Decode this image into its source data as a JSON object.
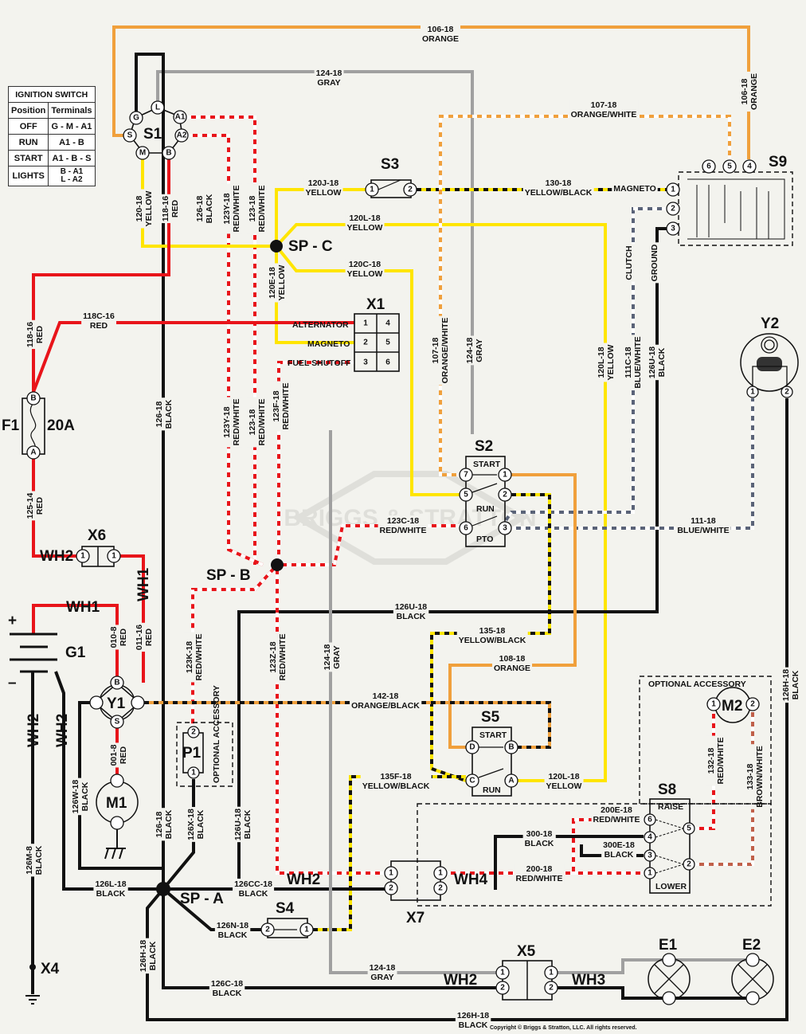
{
  "ignition_table": {
    "title": "IGNITION SWITCH",
    "headers": [
      "Position",
      "Terminals"
    ],
    "rows": [
      {
        "position": "OFF",
        "terminals": "G - M - A1"
      },
      {
        "position": "RUN",
        "terminals": "A1 - B"
      },
      {
        "position": "START",
        "terminals": "A1 - B - S"
      },
      {
        "position": "LIGHTS",
        "terminals": "B - A1 / L - A2"
      }
    ]
  },
  "colors": {
    "background": "#f3f3ee",
    "red": "#e8141a",
    "yellow": "#ffe500",
    "orange": "#f0a03c",
    "black": "#111111",
    "gray": "#a0a0a0",
    "blue": "#5a6378",
    "brown": "#c0604a",
    "white_stripe": "#ffffff"
  },
  "components": {
    "S1": {
      "label": "S1",
      "pins": [
        "G",
        "L",
        "A1",
        "A2",
        "B",
        "M",
        "S"
      ]
    },
    "S2": {
      "label": "S2",
      "pins": [
        "7",
        "5",
        "6",
        "1",
        "2",
        "3"
      ],
      "positions": [
        "START",
        "RUN",
        "PTO"
      ]
    },
    "S3": {
      "label": "S3",
      "pins": [
        "1",
        "2"
      ]
    },
    "S4": {
      "label": "S4",
      "pins": [
        "2",
        "1"
      ]
    },
    "S5": {
      "label": "S5",
      "pins": [
        "D",
        "B",
        "C",
        "A"
      ],
      "positions": [
        "START",
        "RUN"
      ]
    },
    "S8": {
      "label": "S8",
      "pins": [
        "6",
        "4",
        "3",
        "1",
        "5",
        "2"
      ],
      "positions": [
        "RAISE",
        "LOWER"
      ]
    },
    "S9": {
      "label": "S9",
      "pins": [
        "6",
        "5",
        "4",
        "1",
        "2",
        "3"
      ]
    },
    "X1": {
      "label": "X1",
      "pins": [
        "1",
        "2",
        "3",
        "4",
        "5",
        "6"
      ],
      "terminals": [
        "ALTERNATOR",
        "MAGNETO",
        "FUEL SHUTOFF"
      ]
    },
    "X4": {
      "label": "X4"
    },
    "X5": {
      "label": "X5",
      "pins": [
        "1",
        "2",
        "1",
        "2"
      ]
    },
    "X6": {
      "label": "X6",
      "pins": [
        "1",
        "1"
      ]
    },
    "X7": {
      "label": "X7",
      "pins": [
        "1",
        "2",
        "1",
        "2"
      ]
    },
    "F1": {
      "label": "F1",
      "rating": "20A",
      "pins": [
        "B",
        "A"
      ]
    },
    "G1": {
      "label": "G1",
      "plus": "+",
      "minus": "–"
    },
    "Y1": {
      "label": "Y1",
      "pins": [
        "B",
        "S"
      ]
    },
    "Y2": {
      "label": "Y2",
      "pins": [
        "1",
        "2"
      ]
    },
    "M1": {
      "label": "M1"
    },
    "M2": {
      "label": "M2",
      "pins": [
        "1",
        "2"
      ]
    },
    "P1": {
      "label": "P1",
      "pins": [
        "2",
        "1"
      ],
      "note": "OPTIONAL ACCESSORY"
    },
    "E1": {
      "label": "E1"
    },
    "E2": {
      "label": "E2"
    },
    "SP_A": {
      "label": "SP - A"
    },
    "SP_B": {
      "label": "SP - B"
    },
    "SP_C": {
      "label": "SP - C"
    }
  },
  "harness": {
    "wh1": "WH1",
    "wh2": "WH2",
    "wh3": "WH3",
    "wh4": "WH4"
  },
  "optional_accessory": "OPTIONAL ACCESSORY",
  "wires": {
    "w106": [
      "106-18",
      "ORANGE"
    ],
    "w124": [
      "124-18",
      "GRAY"
    ],
    "w107": [
      "107-18",
      "ORANGE/WHITE"
    ],
    "w120J": [
      "120J-18",
      "YELLOW"
    ],
    "w130": [
      "130-18",
      "YELLOW/BLACK"
    ],
    "magneto": "MAGNETO",
    "w120L": [
      "120L-18",
      "YELLOW"
    ],
    "w120C": [
      "120C-18",
      "YELLOW"
    ],
    "w120": [
      "120-18",
      "YELLOW"
    ],
    "w118": [
      "118-16",
      "RED"
    ],
    "w126": [
      "126-18",
      "BLACK"
    ],
    "w123Y": [
      "123Y-18",
      "RED/WHITE"
    ],
    "w123": [
      "123-18",
      "RED/WHITE"
    ],
    "w120E": [
      "120E-18",
      "YELLOW"
    ],
    "w118C": [
      "118C-16",
      "RED"
    ],
    "w118b": [
      "118-16",
      "RED"
    ],
    "w123F": [
      "123F-18",
      "RED/WHITE"
    ],
    "w111C": [
      "111C-18",
      "BLUE/WHITE"
    ],
    "w126U": [
      "126U-18",
      "BLACK"
    ],
    "clutch": "CLUTCH",
    "ground": "GROUND",
    "w106b": [
      "106-18",
      "ORANGE"
    ],
    "w125": [
      "125-14",
      "RED"
    ],
    "w123C": [
      "123C-18",
      "RED/WHITE"
    ],
    "w111": [
      "111-18",
      "BLUE/WHITE"
    ],
    "w126Ub": [
      "126U-18",
      "BLACK"
    ],
    "w135": [
      "135-18",
      "YELLOW/BLACK"
    ],
    "w108": [
      "108-18",
      "ORANGE"
    ],
    "w142": [
      "142-18",
      "ORANGE/BLACK"
    ],
    "w123K": [
      "123K-18",
      "RED/WHITE"
    ],
    "w123Z": [
      "123Z-18",
      "RED/WHITE"
    ],
    "w124b": [
      "124-18",
      "GRAY"
    ],
    "w010": [
      "010-8",
      "RED"
    ],
    "w011": [
      "011-16",
      "RED"
    ],
    "w001": [
      "001-8",
      "RED"
    ],
    "w135F": [
      "135F-18",
      "YELLOW/BLACK"
    ],
    "w120Lb": [
      "120L-18",
      "YELLOW"
    ],
    "w126H": [
      "126H-18",
      "BLACK"
    ],
    "w132": [
      "132-18",
      "RED/WHITE"
    ],
    "w133": [
      "133-18",
      "BROWN/WHITE"
    ],
    "w200E": [
      "200E-18",
      "RED/WHITE"
    ],
    "w300E": [
      "300E-18",
      "BLACK"
    ],
    "w300": [
      "300-18",
      "BLACK"
    ],
    "w200": [
      "200-18",
      "RED/WHITE"
    ],
    "w126W": [
      "126W-18",
      "BLACK"
    ],
    "w126b": [
      "126-18",
      "BLACK"
    ],
    "w126X": [
      "126X-18",
      "BLACK"
    ],
    "w126Uc": [
      "126U-18",
      "BLACK"
    ],
    "w126M": [
      "126M-8",
      "BLACK"
    ],
    "w126L": [
      "126L-18",
      "BLACK"
    ],
    "w126CC": [
      "126CC-18",
      "BLACK"
    ],
    "w126N": [
      "126N-18",
      "BLACK"
    ],
    "w126Hb": [
      "126H-18",
      "BLACK"
    ],
    "w126C": [
      "126C-18",
      "BLACK"
    ],
    "w124c": [
      "124-18",
      "GRAY"
    ],
    "w126Hc": [
      "126H-18",
      "BLACK"
    ]
  },
  "watermark": "BRIGGS & STRATTON",
  "copyright": "Copyright © Briggs & Stratton, LLC. All rights reserved."
}
